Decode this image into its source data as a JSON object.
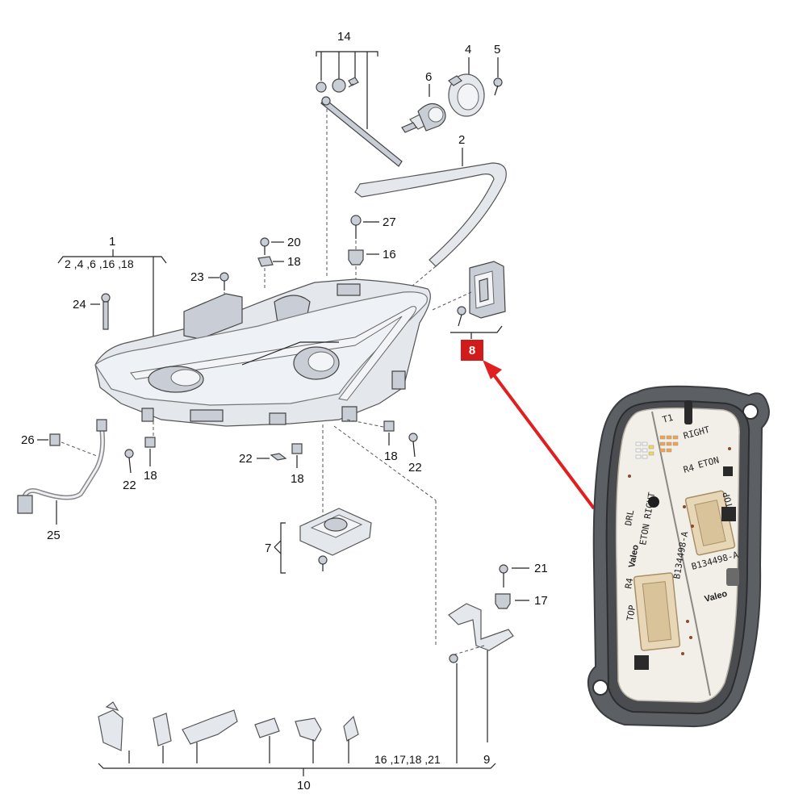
{
  "callouts": {
    "c14": "14",
    "c4": "4",
    "c5": "5",
    "c6": "6",
    "c2": "2",
    "c1": "1",
    "c1_sub": "2 ,4 ,6 ,16 ,18",
    "c27": "27",
    "c20": "20",
    "c18a": "18",
    "c16": "16",
    "c23": "23",
    "c24": "24",
    "c8": "8",
    "c26": "26",
    "c18b": "18",
    "c22a": "22",
    "c22b": "22",
    "c18c": "18",
    "c18d": "18",
    "c22c": "22",
    "c25": "25",
    "c7": "7",
    "c21": "21",
    "c17": "17",
    "c9": "9",
    "c10": "10",
    "c10_sub": "16 ,17,18 ,21"
  },
  "pcb": {
    "t1": "T1",
    "right": "RIGHT",
    "r4a": "R4",
    "eton1": "ETON",
    "top1": "TOP",
    "drl": "DRL",
    "eton_right": "ETON RIGHT",
    "part1": "B134498-A",
    "part2": "B134498-A",
    "valeo1": "Valeo",
    "valeo2": "Valeo",
    "r4b": "R4",
    "top2": "TOP"
  },
  "colors": {
    "highlight": "#d11a1a",
    "arrow": "#e02020",
    "pcb": "#f2efe8",
    "housing": "#5c5f63"
  }
}
